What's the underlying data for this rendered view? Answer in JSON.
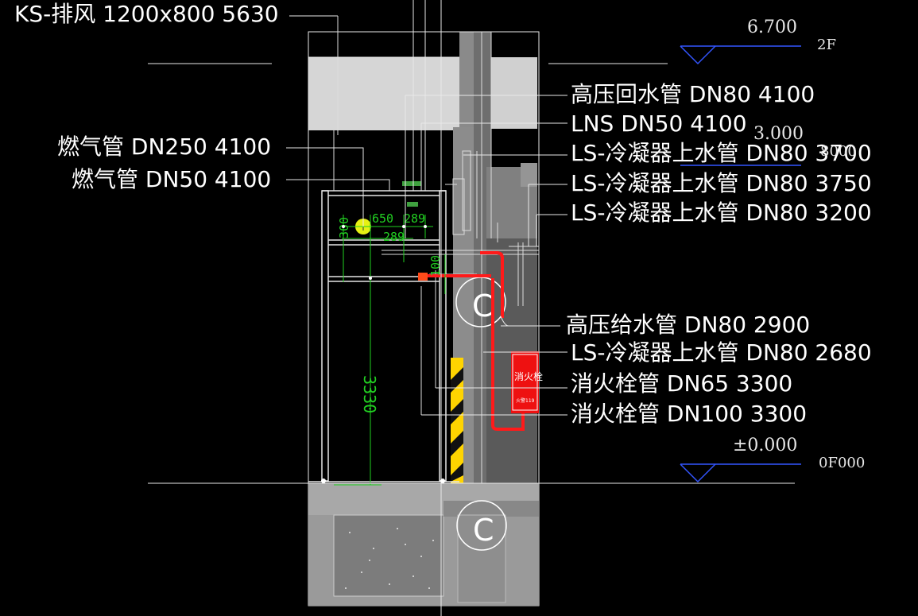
{
  "labels": {
    "ks": "KS-排风 1200x800 5630",
    "gyhs": "高压回水管 DN80 4100",
    "lns": "LNS DN50 4100",
    "ls1": "LS-冷凝器上水管 DN80 3700",
    "ls2": "LS-冷凝器上水管 DN80 3750",
    "ls3": "LS-冷凝器上水管 DN80 3200",
    "rq250": "燃气管 DN250 4100",
    "rq50": "燃气管 DN50 4100",
    "gygs": "高压给水管 DN80 2900",
    "ls4": "LS-冷凝器上水管 DN80 2680",
    "xhs65": "消火栓管 DN65 3300",
    "xhs100": "消火栓管 DN100 3300"
  },
  "levels": {
    "top_elev": "6.700",
    "top_floor": "2F",
    "mid_elev": "3.000",
    "mid_tag": "8000",
    "base_elev": "±0.000",
    "base_floor": "0F000"
  },
  "dims": {
    "d1": "300",
    "d2": "650",
    "d3": "289",
    "d4": "289",
    "d5": "100",
    "height": "3330"
  },
  "symbols": {
    "pipe_tag": "C",
    "hydrant_text": "消火栓",
    "hydrant_sub": "火警119"
  },
  "colors": {
    "background": "#000000",
    "dimension": "#00ff00",
    "fire_pipe": "#ff0000",
    "level_line": "#3355ff",
    "gas_pipe": "#ffff00"
  }
}
